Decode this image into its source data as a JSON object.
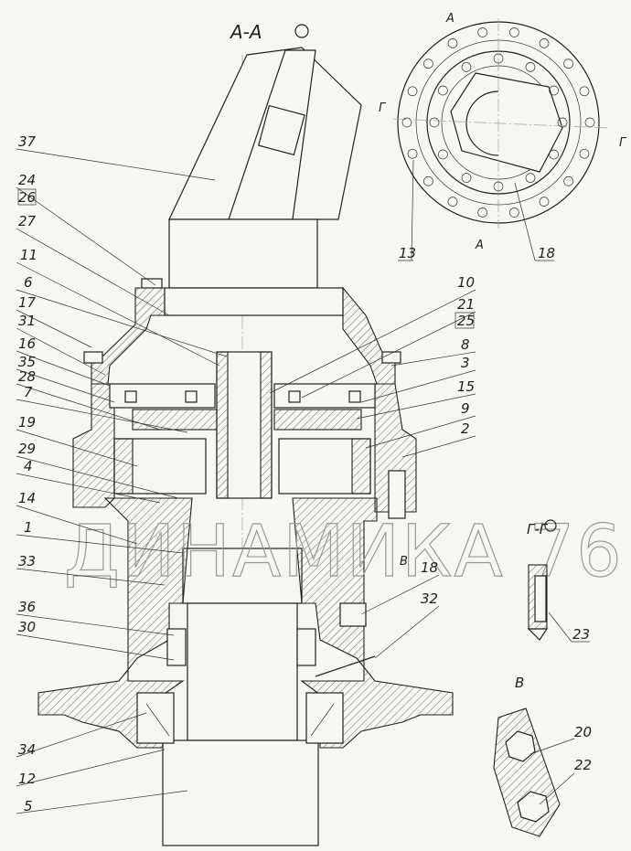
{
  "section_title": "А-А",
  "watermark": "ДИНАМИКА 76",
  "left_labels": [
    "37",
    "24",
    "26",
    "27",
    "11",
    "6",
    "17",
    "31",
    "16",
    "35",
    "28",
    "7",
    "19",
    "29",
    "4",
    "14",
    "1",
    "33",
    "36",
    "30",
    "34",
    "12",
    "5"
  ],
  "right_labels": [
    "10",
    "21",
    "25",
    "8",
    "3",
    "15",
    "9",
    "2",
    "18",
    "32"
  ],
  "top_view": {
    "section_mark_a": "А",
    "section_mark_g": "Г",
    "label_13": "13",
    "label_18": "18"
  },
  "detail_gg": {
    "title": "Г-Г",
    "label_23": "23"
  },
  "detail_v": {
    "title": "В",
    "label_20": "20",
    "label_22": "22",
    "arrow_mark": "В"
  }
}
